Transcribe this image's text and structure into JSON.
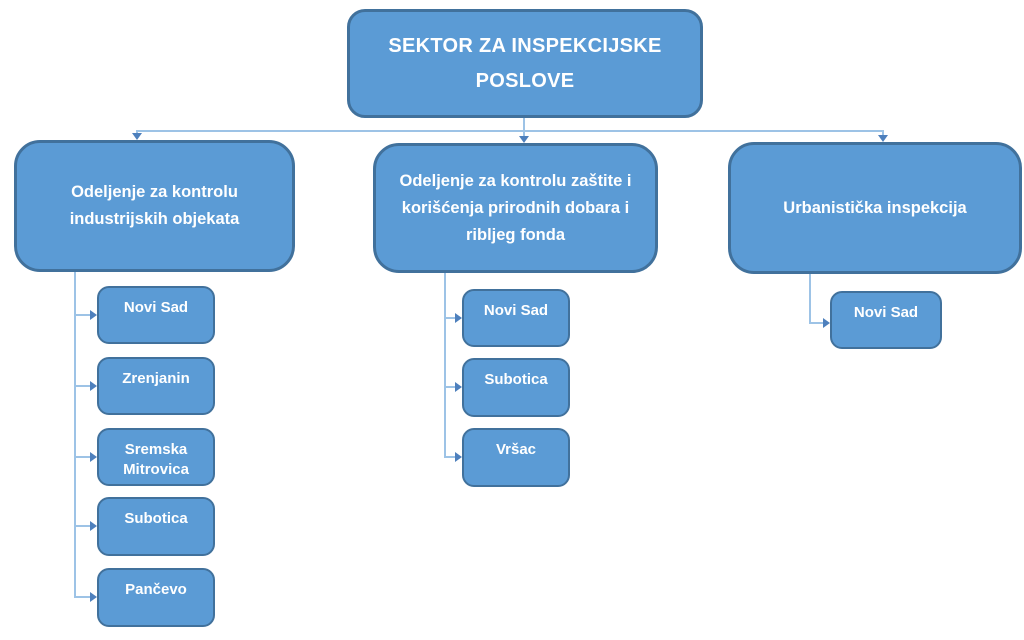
{
  "root": {
    "label": "SEKTOR ZA INSPEKCIJSKE POSLOVE"
  },
  "departments": [
    {
      "label": "Odeljenje za kontrolu industrijskih objekata",
      "offices": [
        "Novi Sad",
        "Zrenjanin",
        "Sremska Mitrovica",
        "Subotica",
        "Pančevo"
      ]
    },
    {
      "label": "Odeljenje za kontrolu zaštite i korišćenja prirodnih dobara i ribljeg fonda",
      "offices": [
        "Novi Sad",
        "Subotica",
        "Vršac"
      ]
    },
    {
      "label": "Urbanistička inspekcija",
      "offices": [
        "Novi Sad"
      ]
    }
  ],
  "colors": {
    "node_fill": "#5B9BD5",
    "node_border": "#41719C",
    "connector_line": "#9DC3E6",
    "arrowhead": "#4E80BD",
    "text": "#FFFFFF",
    "background": "#FFFFFF"
  }
}
